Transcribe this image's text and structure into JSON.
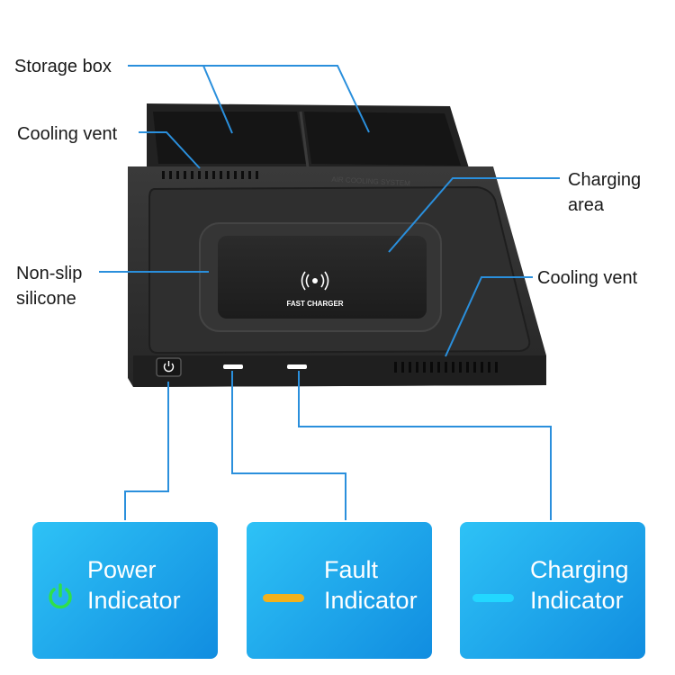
{
  "callouts": {
    "storage_box": "Storage box",
    "cooling_vent_top": "Cooling vent",
    "charging_area_line1": "Charging",
    "charging_area_line2": "area",
    "non_slip_line1": "Non-slip",
    "non_slip_line2": "silicone",
    "cooling_vent_right": "Cooling vent"
  },
  "device": {
    "pad_label": "FAST CHARGER",
    "vent_text": "AIR COOLING SYSTEM"
  },
  "indicators": [
    {
      "line1": "Power",
      "line2": "Indicator",
      "icon": "power-icon",
      "color": "#2fe04a"
    },
    {
      "line1": "Fault",
      "line2": "Indicator",
      "icon": "amber-bar",
      "color": "#f2b11c"
    },
    {
      "line1": "Charging",
      "line2": "Indicator",
      "icon": "cyan-bar",
      "color": "#22d7ff"
    }
  ],
  "colors": {
    "leader_line": "#2a8fdc",
    "card_gradient_start": "#2ec2f6",
    "card_gradient_end": "#118de0",
    "device_body": "#2b2b2b"
  }
}
